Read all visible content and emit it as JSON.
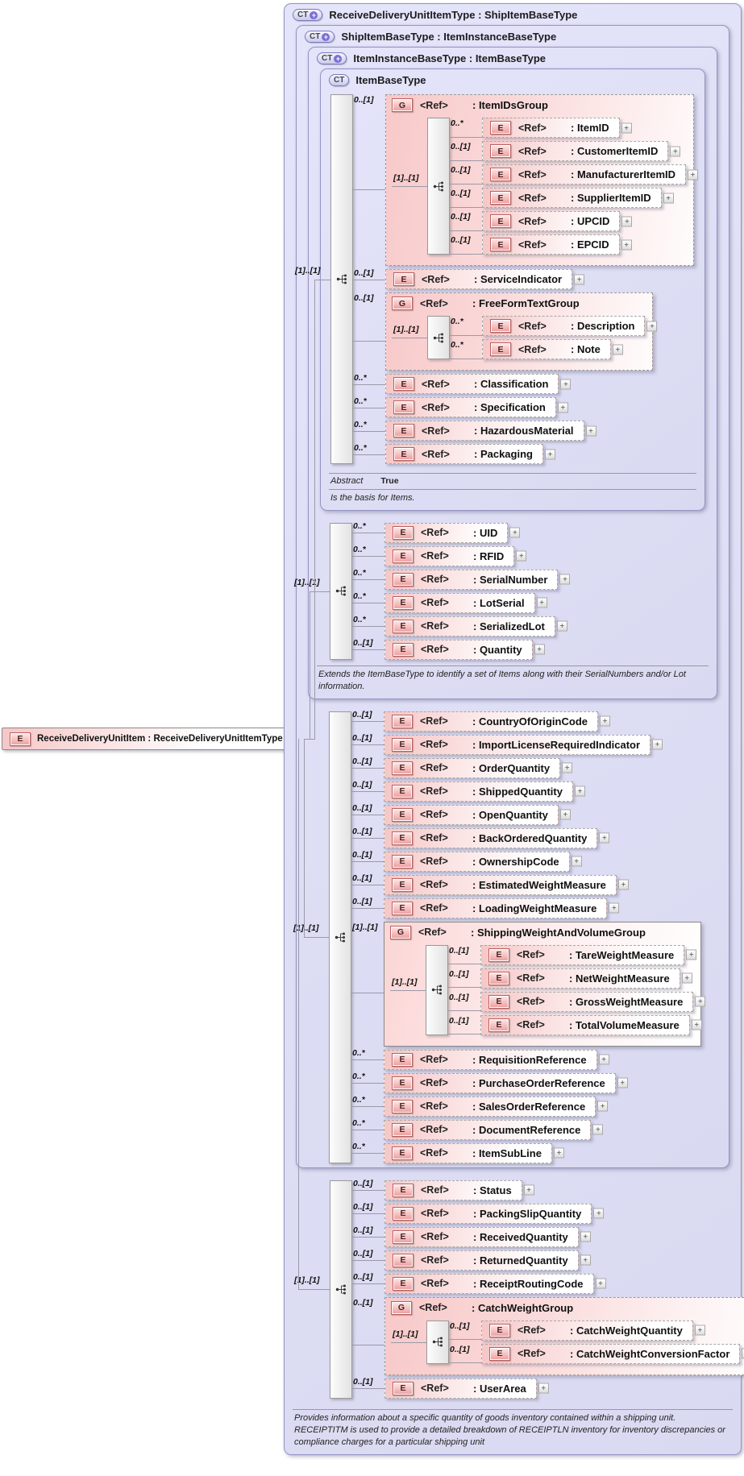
{
  "colors": {
    "ct_background": "#dedef7",
    "ct_border": "#9393c2",
    "element_pink": "#f6c6c6",
    "badge_border": "#bb5f5f",
    "connector": "#9a9aa8"
  },
  "icons": {
    "sequence": "sequence-icon",
    "expand": "plus-square-icon",
    "collapse": "minus-square-icon",
    "ct_expand": "plus-circle-icon"
  },
  "root": {
    "badge": "E",
    "label": "ReceiveDeliveryUnitItem : ReceiveDeliveryUnitItemType"
  },
  "types": {
    "l1": {
      "badge": "CT",
      "expand_glyph": "+",
      "title": "ReceiveDeliveryUnitItemType : ShipItemBaseType",
      "seq_card": "[1]..[1]",
      "description": "Provides information about a specific quantity of goods inventory contained within a shipping unit. RECEIPTITM is used to provide a detailed breakdown of RECEIPTLN inventory for inventory discrepancies or compliance charges for a particular shipping unit",
      "children": [
        {
          "kind": "element",
          "badge": "E",
          "card": "0..[1]",
          "ref": "<Ref>",
          "name": "Status"
        },
        {
          "kind": "element",
          "badge": "E",
          "card": "0..[1]",
          "ref": "<Ref>",
          "name": "PackingSlipQuantity"
        },
        {
          "kind": "element",
          "badge": "E",
          "card": "0..[1]",
          "ref": "<Ref>",
          "name": "ReceivedQuantity"
        },
        {
          "kind": "element",
          "badge": "E",
          "card": "0..[1]",
          "ref": "<Ref>",
          "name": "ReturnedQuantity"
        },
        {
          "kind": "element",
          "badge": "E",
          "card": "0..[1]",
          "ref": "<Ref>",
          "name": "ReceiptRoutingCode"
        },
        {
          "kind": "group",
          "badge": "G",
          "card": "0..[1]",
          "ref": "<Ref>",
          "name": "CatchWeightGroup",
          "seq_card": "[1]..[1]",
          "required": false,
          "children": [
            {
              "kind": "element",
              "badge": "E",
              "card": "0..[1]",
              "ref": "<Ref>",
              "name": "CatchWeightQuantity"
            },
            {
              "kind": "element",
              "badge": "E",
              "card": "0..[1]",
              "ref": "<Ref>",
              "name": "CatchWeightConversionFactor"
            }
          ]
        },
        {
          "kind": "element",
          "badge": "E",
          "card": "0..[1]",
          "ref": "<Ref>",
          "name": "UserArea"
        }
      ]
    },
    "l2": {
      "badge": "CT",
      "expand_glyph": "+",
      "title": "ShipItemBaseType : ItemInstanceBaseType",
      "seq_card": "[1]..[1]",
      "children": [
        {
          "kind": "element",
          "badge": "E",
          "card": "0..[1]",
          "ref": "<Ref>",
          "name": "CountryOfOriginCode"
        },
        {
          "kind": "element",
          "badge": "E",
          "card": "0..[1]",
          "ref": "<Ref>",
          "name": "ImportLicenseRequiredIndicator"
        },
        {
          "kind": "element",
          "badge": "E",
          "card": "0..[1]",
          "ref": "<Ref>",
          "name": "OrderQuantity"
        },
        {
          "kind": "element",
          "badge": "E",
          "card": "0..[1]",
          "ref": "<Ref>",
          "name": "ShippedQuantity"
        },
        {
          "kind": "element",
          "badge": "E",
          "card": "0..[1]",
          "ref": "<Ref>",
          "name": "OpenQuantity"
        },
        {
          "kind": "element",
          "badge": "E",
          "card": "0..[1]",
          "ref": "<Ref>",
          "name": "BackOrderedQuantity"
        },
        {
          "kind": "element",
          "badge": "E",
          "card": "0..[1]",
          "ref": "<Ref>",
          "name": "OwnershipCode"
        },
        {
          "kind": "element",
          "badge": "E",
          "card": "0..[1]",
          "ref": "<Ref>",
          "name": "EstimatedWeightMeasure"
        },
        {
          "kind": "element",
          "badge": "E",
          "card": "0..[1]",
          "ref": "<Ref>",
          "name": "LoadingWeightMeasure"
        },
        {
          "kind": "group",
          "badge": "G",
          "card": "[1]..[1]",
          "ref": "<Ref>",
          "name": "ShippingWeightAndVolumeGroup",
          "seq_card": "[1]..[1]",
          "required": true,
          "children": [
            {
              "kind": "element",
              "badge": "E",
              "card": "0..[1]",
              "ref": "<Ref>",
              "name": "TareWeightMeasure"
            },
            {
              "kind": "element",
              "badge": "E",
              "card": "0..[1]",
              "ref": "<Ref>",
              "name": "NetWeightMeasure"
            },
            {
              "kind": "element",
              "badge": "E",
              "card": "0..[1]",
              "ref": "<Ref>",
              "name": "GrossWeightMeasure"
            },
            {
              "kind": "element",
              "badge": "E",
              "card": "0..[1]",
              "ref": "<Ref>",
              "name": "TotalVolumeMeasure"
            }
          ]
        },
        {
          "kind": "element",
          "badge": "E",
          "card": "0..*",
          "ref": "<Ref>",
          "name": "RequisitionReference"
        },
        {
          "kind": "element",
          "badge": "E",
          "card": "0..*",
          "ref": "<Ref>",
          "name": "PurchaseOrderReference"
        },
        {
          "kind": "element",
          "badge": "E",
          "card": "0..*",
          "ref": "<Ref>",
          "name": "SalesOrderReference"
        },
        {
          "kind": "element",
          "badge": "E",
          "card": "0..*",
          "ref": "<Ref>",
          "name": "DocumentReference"
        },
        {
          "kind": "element",
          "badge": "E",
          "card": "0..*",
          "ref": "<Ref>",
          "name": "ItemSubLine"
        }
      ]
    },
    "l3": {
      "badge": "CT",
      "expand_glyph": "+",
      "title": "ItemInstanceBaseType : ItemBaseType",
      "seq_card": "[1]..[1]",
      "description": "Extends the ItemBaseType to identify a set of Items along with their SerialNumbers and/or Lot information.",
      "children": [
        {
          "kind": "element",
          "badge": "E",
          "card": "0..*",
          "ref": "<Ref>",
          "name": "UID"
        },
        {
          "kind": "element",
          "badge": "E",
          "card": "0..*",
          "ref": "<Ref>",
          "name": "RFID"
        },
        {
          "kind": "element",
          "badge": "E",
          "card": "0..*",
          "ref": "<Ref>",
          "name": "SerialNumber"
        },
        {
          "kind": "element",
          "badge": "E",
          "card": "0..*",
          "ref": "<Ref>",
          "name": "LotSerial"
        },
        {
          "kind": "element",
          "badge": "E",
          "card": "0..*",
          "ref": "<Ref>",
          "name": "SerializedLot"
        },
        {
          "kind": "element",
          "badge": "E",
          "card": "0..[1]",
          "ref": "<Ref>",
          "name": "Quantity"
        }
      ]
    },
    "l4": {
      "badge": "CT",
      "title": "ItemBaseType",
      "seq_card": "[1]..[1]",
      "abstract_label": "Abstract",
      "abstract_value": "True",
      "description": "Is the basis for Items.",
      "children": [
        {
          "kind": "group",
          "badge": "G",
          "card": "0..[1]",
          "ref": "<Ref>",
          "name": "ItemIDsGroup",
          "seq_card": "[1]..[1]",
          "required": false,
          "children": [
            {
              "kind": "element",
              "badge": "E",
              "card": "0..*",
              "ref": "<Ref>",
              "name": "ItemID"
            },
            {
              "kind": "element",
              "badge": "E",
              "card": "0..[1]",
              "ref": "<Ref>",
              "name": "CustomerItemID"
            },
            {
              "kind": "element",
              "badge": "E",
              "card": "0..[1]",
              "ref": "<Ref>",
              "name": "ManufacturerItemID"
            },
            {
              "kind": "element",
              "badge": "E",
              "card": "0..[1]",
              "ref": "<Ref>",
              "name": "SupplierItemID"
            },
            {
              "kind": "element",
              "badge": "E",
              "card": "0..[1]",
              "ref": "<Ref>",
              "name": "UPCID"
            },
            {
              "kind": "element",
              "badge": "E",
              "card": "0..[1]",
              "ref": "<Ref>",
              "name": "EPCID"
            }
          ]
        },
        {
          "kind": "element",
          "badge": "E",
          "card": "0..[1]",
          "ref": "<Ref>",
          "name": "ServiceIndicator"
        },
        {
          "kind": "group",
          "badge": "G",
          "card": "0..[1]",
          "ref": "<Ref>",
          "name": "FreeFormTextGroup",
          "seq_card": "[1]..[1]",
          "required": false,
          "children": [
            {
              "kind": "element",
              "badge": "E",
              "card": "0..*",
              "ref": "<Ref>",
              "name": "Description"
            },
            {
              "kind": "element",
              "badge": "E",
              "card": "0..*",
              "ref": "<Ref>",
              "name": "Note"
            }
          ]
        },
        {
          "kind": "element",
          "badge": "E",
          "card": "0..*",
          "ref": "<Ref>",
          "name": "Classification"
        },
        {
          "kind": "element",
          "badge": "E",
          "card": "0..*",
          "ref": "<Ref>",
          "name": "Specification"
        },
        {
          "kind": "element",
          "badge": "E",
          "card": "0..*",
          "ref": "<Ref>",
          "name": "HazardousMaterial"
        },
        {
          "kind": "element",
          "badge": "E",
          "card": "0..*",
          "ref": "<Ref>",
          "name": "Packaging"
        }
      ]
    }
  }
}
